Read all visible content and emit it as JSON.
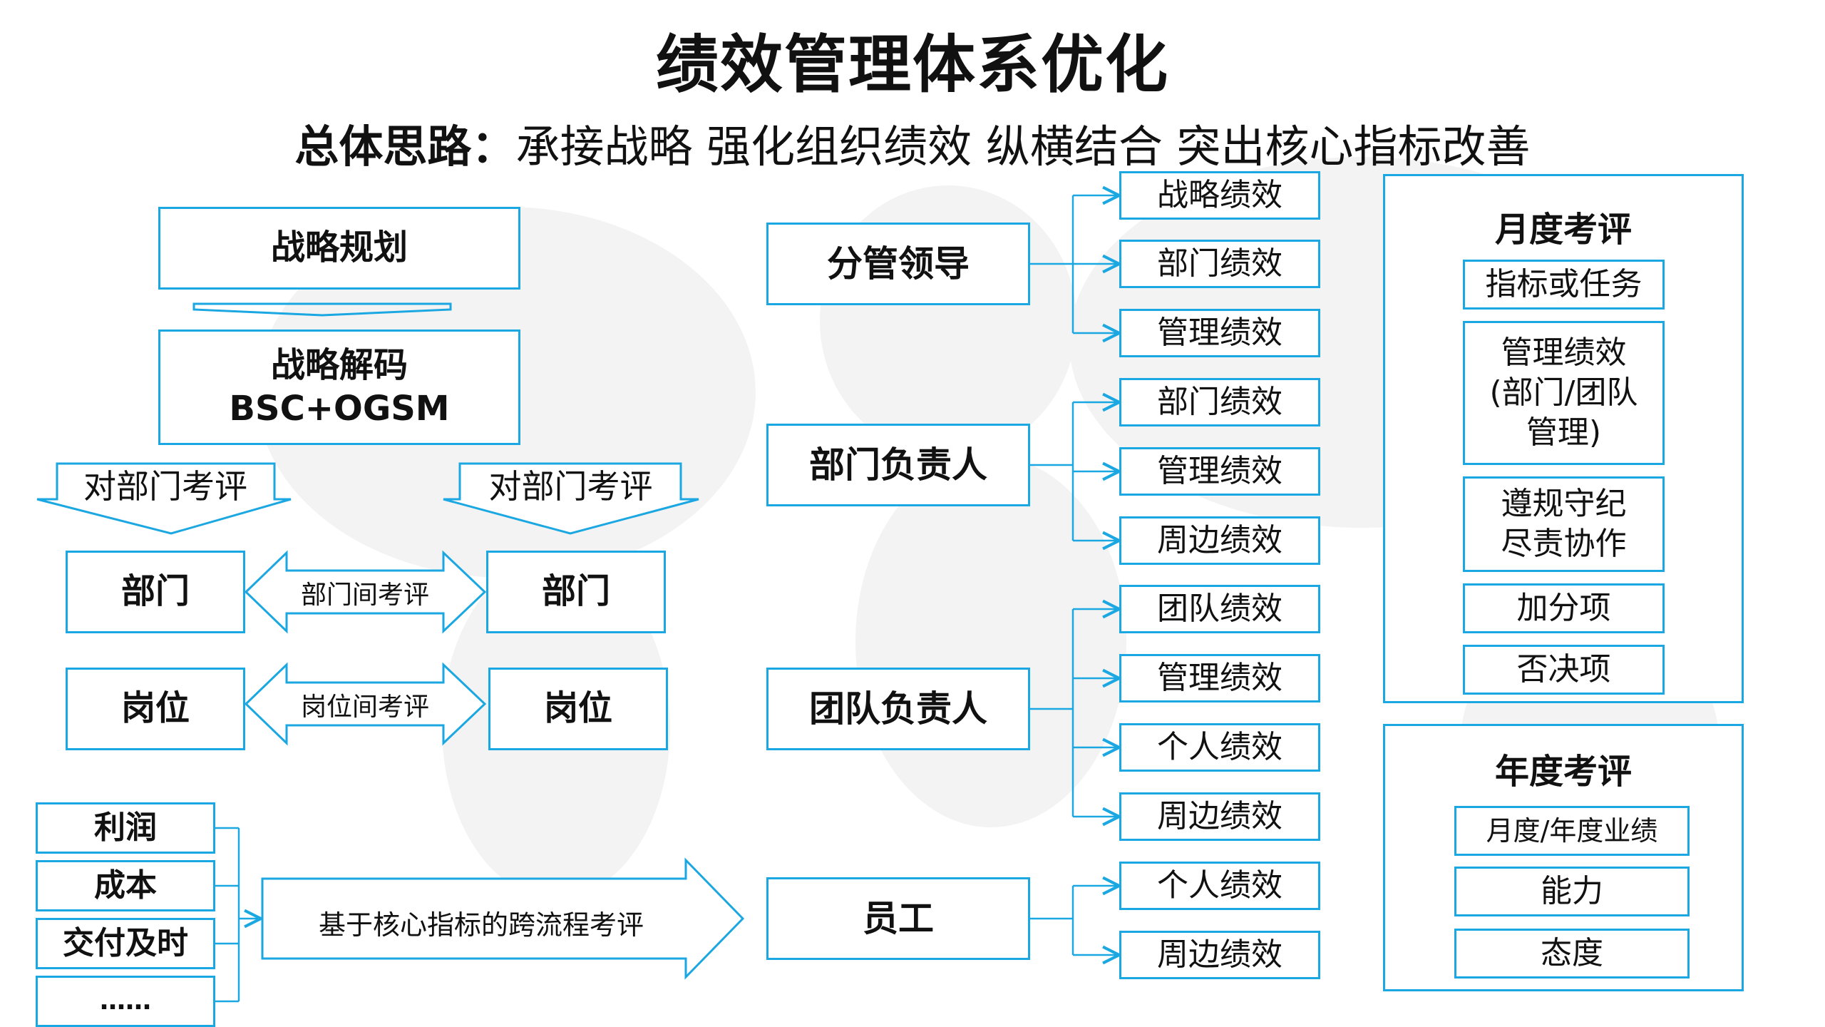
{
  "title": "绩效管理体系优化",
  "subtitle": {
    "prefix": "总体思路：",
    "text": "承接战略  强化组织绩效 纵横结合 突出核心指标改善"
  },
  "left": {
    "strategy_plan": "战略规划",
    "strategy_decode_line1": "战略解码",
    "strategy_decode_line2": "BSC+OGSM",
    "dept_review_left": "对部门考评",
    "dept_review_right": "对部门考评",
    "dept_left": "部门",
    "dept_right": "部门",
    "inter_dept": "部门间考评",
    "post_left": "岗位",
    "post_right": "岗位",
    "inter_post": "岗位间考评",
    "indicators": [
      "利润",
      "成本",
      "交付及时",
      "……"
    ],
    "cross_process": "基于核心指标的跨流程考评"
  },
  "middle": {
    "roles": [
      {
        "name": "分管领导",
        "items": [
          "战略绩效",
          "部门绩效",
          "管理绩效"
        ]
      },
      {
        "name": "部门负责人",
        "items": [
          "部门绩效",
          "管理绩效",
          "周边绩效"
        ]
      },
      {
        "name": "团队负责人",
        "items": [
          "团队绩效",
          "管理绩效",
          "个人绩效",
          "周边绩效"
        ]
      },
      {
        "name": "员工",
        "items": [
          "个人绩效",
          "周边绩效"
        ]
      }
    ]
  },
  "right": {
    "monthly": {
      "title": "月度考评",
      "items": [
        "指标或任务",
        "管理绩效\n(部门/团队\n管理)",
        "遵规守纪\n尽责协作",
        "加分项",
        "否决项"
      ]
    },
    "annual": {
      "title": "年度考评",
      "items": [
        "月度/年度业绩",
        "能力",
        "态度"
      ]
    }
  },
  "colors": {
    "accent": "#1ba7e1",
    "text": "#111111",
    "map": "#f3f3f3"
  }
}
